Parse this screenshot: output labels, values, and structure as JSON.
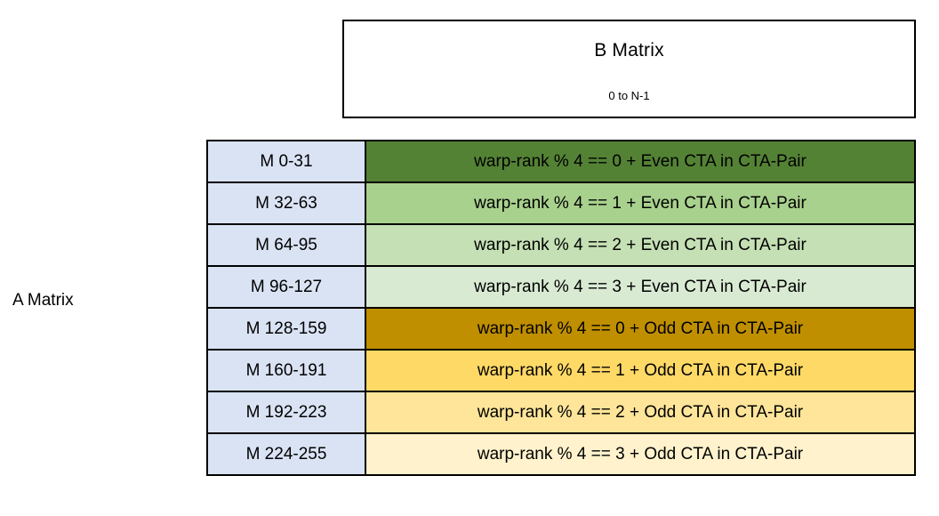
{
  "diagram": {
    "a_matrix_label": "A Matrix",
    "b_matrix": {
      "title": "B Matrix",
      "range": "0 to N-1"
    },
    "colors": {
      "label_fill": "#DAE3F3",
      "border": "#000000",
      "background": "#FFFFFF",
      "green_1": "#548235",
      "green_2": "#A9D18E",
      "green_3": "#C5E0B4",
      "green_4": "#D9EAD3",
      "amber_1": "#BF8F00",
      "amber_2": "#FFD966",
      "amber_3": "#FFE599",
      "amber_4": "#FFF2CC"
    },
    "rows": [
      {
        "label": "M 0-31",
        "desc": "warp-rank % 4 == 0  + Even CTA in CTA-Pair",
        "fill": "#548235"
      },
      {
        "label": "M 32-63",
        "desc": "warp-rank % 4 == 1  + Even CTA in CTA-Pair",
        "fill": "#A9D18E"
      },
      {
        "label": "M 64-95",
        "desc": "warp-rank % 4 == 2  + Even CTA in CTA-Pair",
        "fill": "#C5E0B4"
      },
      {
        "label": "M 96-127",
        "desc": "warp-rank % 4 == 3  + Even CTA in CTA-Pair",
        "fill": "#D9EAD3"
      },
      {
        "label": "M 128-159",
        "desc": "warp-rank % 4 == 0  + Odd CTA in CTA-Pair",
        "fill": "#BF8F00"
      },
      {
        "label": "M 160-191",
        "desc": "warp-rank % 4 == 1  + Odd CTA in CTA-Pair",
        "fill": "#FFD966"
      },
      {
        "label": "M 192-223",
        "desc": "warp-rank % 4 == 2  + Odd CTA in CTA-Pair",
        "fill": "#FFE599"
      },
      {
        "label": "M 224-255",
        "desc": "warp-rank % 4 == 3  + Odd CTA in CTA-Pair",
        "fill": "#FFF2CC"
      }
    ]
  }
}
